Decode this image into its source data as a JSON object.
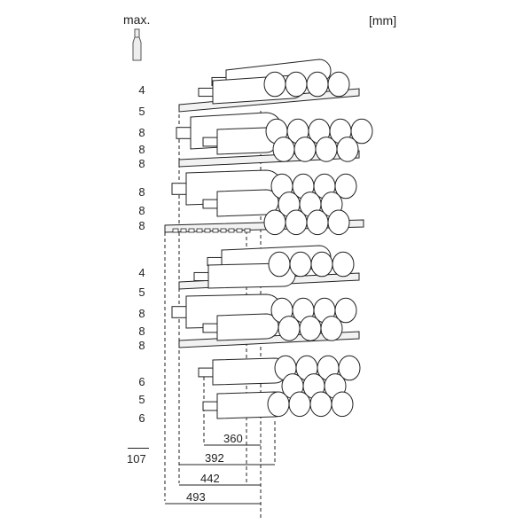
{
  "header": {
    "max_label": "max.",
    "unit_label": "[mm]"
  },
  "shelf_counts": [
    "4",
    "5",
    "8",
    "8",
    "8",
    "8",
    "8",
    "8",
    "4",
    "5",
    "8",
    "8",
    "8",
    "6",
    "5",
    "6"
  ],
  "total": "107",
  "depths": [
    "360",
    "392",
    "442",
    "493"
  ],
  "icons": {
    "bottle": "wine-bottle-icon"
  },
  "colors": {
    "line": "#222222",
    "bottle_fill": "#ffffff",
    "shelf_fill": "#f2f2f2"
  }
}
